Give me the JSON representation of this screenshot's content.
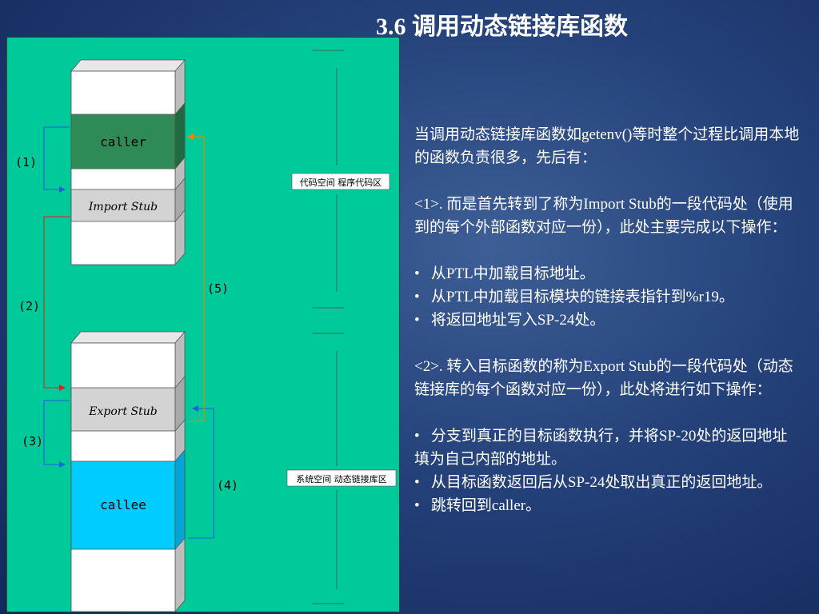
{
  "title": "3.6 调用动态链接库函数",
  "diagram": {
    "blocks": {
      "caller": "caller",
      "import_stub": "Import Stub",
      "export_stub": "Export Stub",
      "callee": "callee"
    },
    "step_labels": {
      "s1": "(1)",
      "s2": "(2)",
      "s3": "(3)",
      "s4": "(4)",
      "s5": "(5)"
    },
    "regions": {
      "code_space": "代码空间 程序代码区",
      "system_space": "系统空间 动态链接库区"
    },
    "colors": {
      "panel": "#00c99a",
      "caller_block": "#2e8b57",
      "stub_block": "#d3d3d3",
      "callee_block": "#00ccff",
      "arrow_blue": "#1e60d8",
      "arrow_red": "#e02020",
      "arrow_orange": "#ff7f00"
    }
  },
  "text": {
    "intro": "当调用动态链接库函数如getenv()等时整个过程比调用本地的函数负责很多，先后有：",
    "step1": "<1>. 而是首先转到了称为Import Stub的一段代码处（使用到的每个外部函数对应一份），此处主要完成以下操作：",
    "step1_bullets": [
      "从PTL中加载目标地址。",
      "从PTL中加载目标模块的链接表指针到%r19。",
      "将返回地址写入SP-24处。"
    ],
    "step2": "<2>. 转入目标函数的称为Export Stub的一段代码处（动态链接库的每个函数对应一份），此处将进行如下操作：",
    "step2_bullets": [
      "分支到真正的目标函数执行，并将SP-20处的返回地址填为自己内部的地址。",
      "从目标函数返回后从SP-24处取出真正的返回地址。",
      "跳转回到caller。"
    ]
  }
}
